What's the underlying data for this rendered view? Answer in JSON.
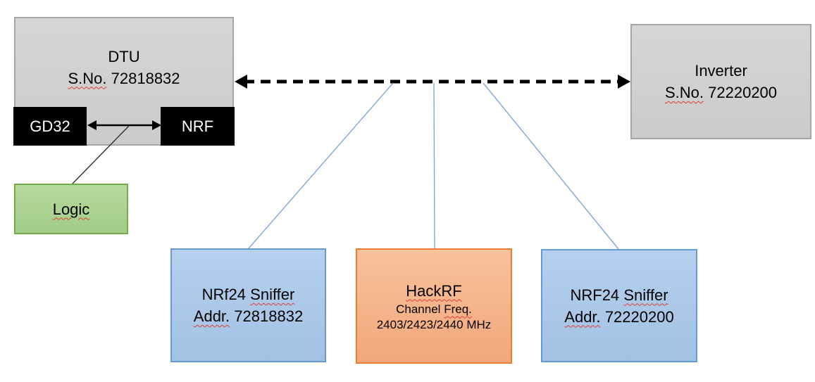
{
  "diagram": {
    "nodes": {
      "dtu": {
        "title": "DTU",
        "serial_label": "S.No.",
        "serial": "72818832"
      },
      "gd32": {
        "label": "GD32"
      },
      "nrf": {
        "label": "NRF"
      },
      "logic": {
        "label": "Logic"
      },
      "inverter": {
        "title": "Inverter",
        "serial_label": "S.No.",
        "serial": "72220200"
      },
      "sniffer1": {
        "title_prefix": "NRf24",
        "title_word": "Sniffer",
        "addr_label": "Addr.",
        "addr": "72818832"
      },
      "hackrf": {
        "title": "HackRF",
        "subtitle_prefix": "Channel",
        "subtitle_word": "Freq.",
        "frequencies": "2403/2423/2440 MHz"
      },
      "sniffer2": {
        "title_prefix": "NRF24",
        "title_word": "Sniffer",
        "addr_label": "Addr.",
        "addr": "72220200"
      }
    },
    "edges": [
      {
        "from": "dtu",
        "to": "inverter",
        "style": "dashed-double-arrow-black"
      },
      {
        "from": "gd32",
        "to": "nrf",
        "style": "double-arrow-black"
      },
      {
        "from": "gd32-nrf-arrow",
        "to": "logic",
        "style": "thin-line-black"
      },
      {
        "from": "dtu-inverter-link",
        "to": "sniffer1",
        "style": "thin-line-blue"
      },
      {
        "from": "dtu-inverter-link",
        "to": "hackrf",
        "style": "thin-line-blue"
      },
      {
        "from": "dtu-inverter-link",
        "to": "sniffer2",
        "style": "thin-line-blue"
      }
    ],
    "colors": {
      "gray_fill": "#d1d1d1",
      "gray_border": "#a6a6a6",
      "black_fill": "#000000",
      "green_fill": "#a9d18e",
      "green_border": "#70ad47",
      "blue_fill": "#aac7e8",
      "blue_border": "#649bd4",
      "orange_fill": "#f4b183",
      "orange_border": "#ed7d31",
      "connector_blue": "#7da7dc",
      "squiggle_red": "#e03c31"
    }
  }
}
